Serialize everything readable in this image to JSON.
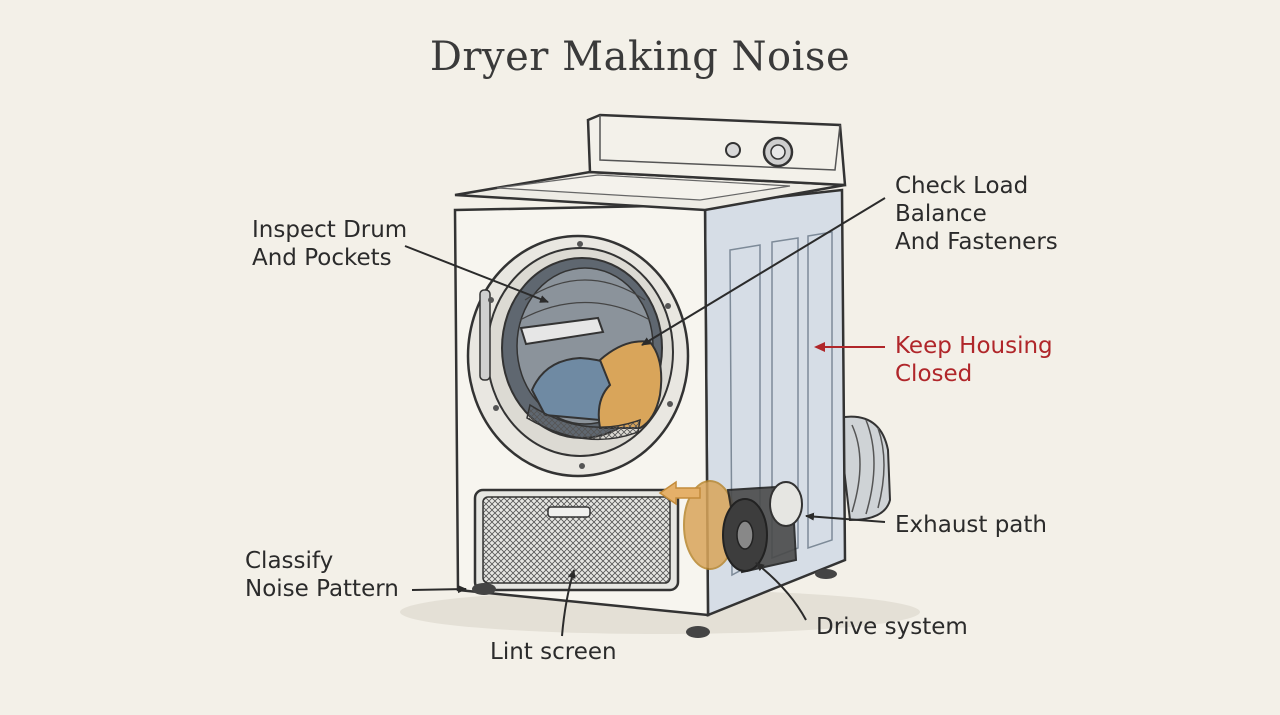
{
  "title": "Dryer Making Noise",
  "labels": {
    "inspect_drum": "Inspect Drum\nAnd Pockets",
    "check_load": "Check Load\nBalance\nAnd Fasteners",
    "keep_housing": "Keep Housing\nClosed",
    "exhaust": "Exhaust path",
    "drive": "Drive system",
    "lint": "Lint screen",
    "classify": "Classify\nNoise Pattern"
  },
  "colors": {
    "background": "#f3f0e8",
    "ink": "#2b2b2b",
    "accent": "#b0262a",
    "cabinet": "#f7f5ef",
    "side_panel": "#d6dde6",
    "laundry_blue": "#6f8aa3",
    "laundry_orange": "#d9a55a"
  },
  "icons": [
    "dryer-illustration",
    "arrow-icon"
  ]
}
